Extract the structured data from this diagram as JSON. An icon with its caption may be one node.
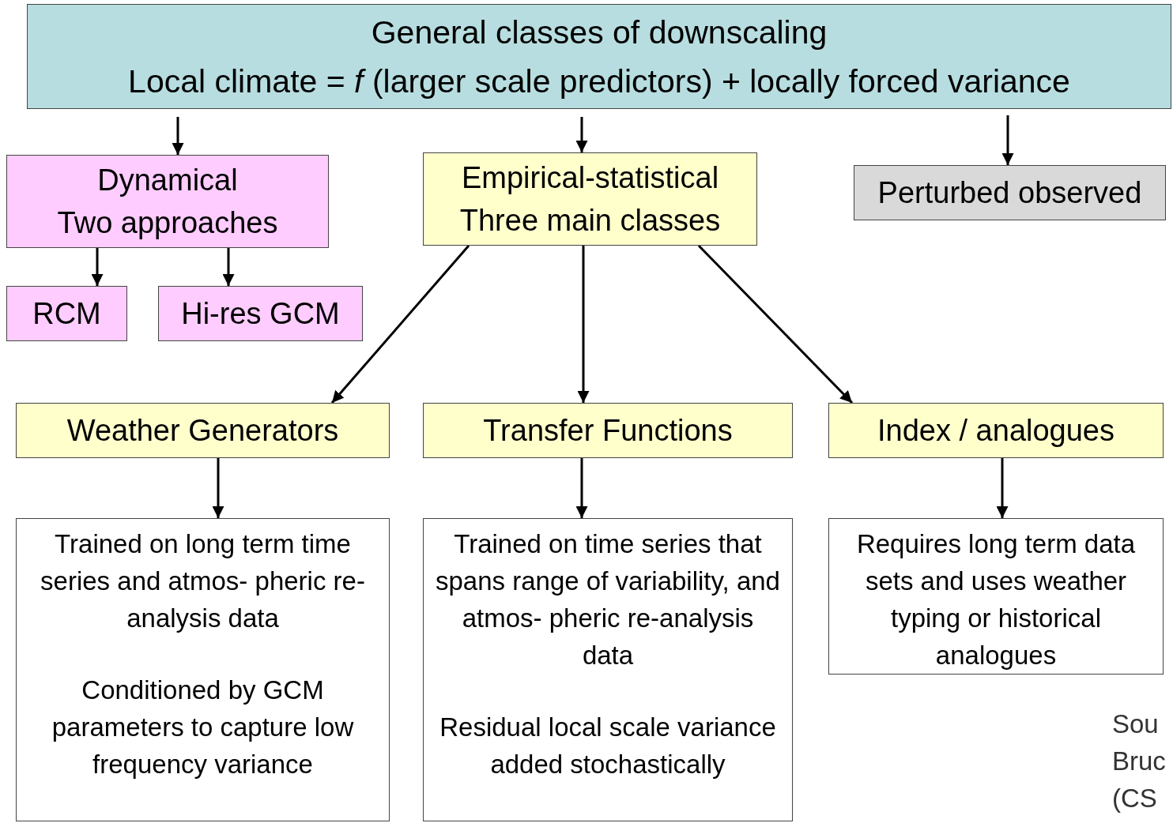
{
  "diagram": {
    "nodes": [
      {
        "text": [
          "General classes of downscaling",
          "Local climate = *f* (larger scale predictors) + locally forced variance"
        ]
      },
      {
        "text": [
          "Dynamical",
          "Two approaches"
        ]
      },
      {
        "text": [
          "Empirical-statistical",
          "Three main classes"
        ]
      },
      {
        "text": [
          "Perturbed observed"
        ]
      },
      {
        "text": [
          "RCM"
        ]
      },
      {
        "text": [
          "Hi-res GCM"
        ]
      },
      {
        "text": [
          "Weather Generators"
        ]
      },
      {
        "text": [
          "Transfer Functions"
        ]
      },
      {
        "text": [
          "Index / analogues"
        ]
      },
      {
        "text": [
          "Trained on long term time series and atmos- pheric re-analysis data",
          "Conditioned by GCM parameters to capture low frequency variance"
        ]
      },
      {
        "text": [
          "Trained on time series that spans range of variability, and atmos- pheric re-analysis data",
          "Residual local scale variance added stochastically"
        ]
      },
      {
        "text": [
          "Requires long term data sets and uses weather typing or historical analogues"
        ]
      }
    ],
    "edges": [
      {
        "from": 0,
        "to": 1,
        "arrow": "to"
      },
      {
        "from": 0,
        "to": 2,
        "arrow": "to"
      },
      {
        "from": 0,
        "to": 3,
        "arrow": "to"
      },
      {
        "from": 1,
        "to": 4,
        "arrow": "to"
      },
      {
        "from": 1,
        "to": 5,
        "arrow": "to"
      },
      {
        "from": 2,
        "to": 6,
        "arrow": "to"
      },
      {
        "from": 2,
        "to": 7,
        "arrow": "to"
      },
      {
        "from": 2,
        "to": 8,
        "arrow": "to"
      },
      {
        "from": 6,
        "to": 9,
        "arrow": "to"
      },
      {
        "from": 7,
        "to": 10,
        "arrow": "to"
      },
      {
        "from": 8,
        "to": 11,
        "arrow": "to"
      }
    ],
    "labels": [
      "Sou",
      "Bruc",
      "(CS"
    ]
  }
}
